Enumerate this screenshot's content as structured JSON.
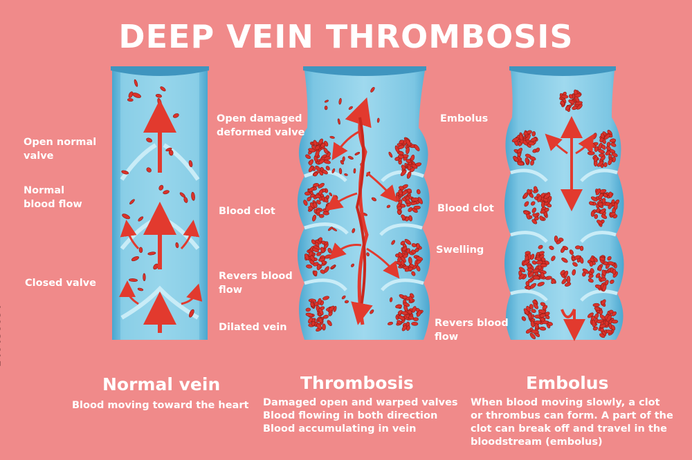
{
  "title": "DEEP VEIN THROMBOSIS",
  "stock_id": "248438654",
  "colors": {
    "background": "#f08a8a",
    "vein": "#8ed0e6",
    "vein_dark": "#57b2d6",
    "blood": "#d9322a",
    "text": "#ffffff"
  },
  "normal": {
    "heading": "Normal vein",
    "description": "Blood moving toward the heart",
    "labels": {
      "open_valve": [
        "Open normal",
        "valve"
      ],
      "flow": [
        "Normal",
        "blood flow"
      ],
      "closed_valve": "Closed valve"
    }
  },
  "thrombosis": {
    "heading": "Thrombosis",
    "description": [
      "Damaged open and warped valves",
      "Blood flowing in both direction",
      "Blood accumulating in vein"
    ],
    "labels": {
      "damaged_valve": [
        "Open damaged",
        "deformed valve"
      ],
      "clot": "Blood clot",
      "reverse": [
        "Revers blood",
        "flow"
      ],
      "dilated": "Dilated vein"
    }
  },
  "embolus": {
    "heading": "Embolus",
    "description": [
      "When blood moving slowly, a clot",
      "or thrombus can form. A part of the",
      "clot can break off and travel in the",
      "bloodstream (embolus)"
    ],
    "labels": {
      "embolus": "Embolus",
      "clot": "Blood clot",
      "swelling": "Swelling",
      "reverse": [
        "Revers blood",
        "flow"
      ]
    }
  }
}
